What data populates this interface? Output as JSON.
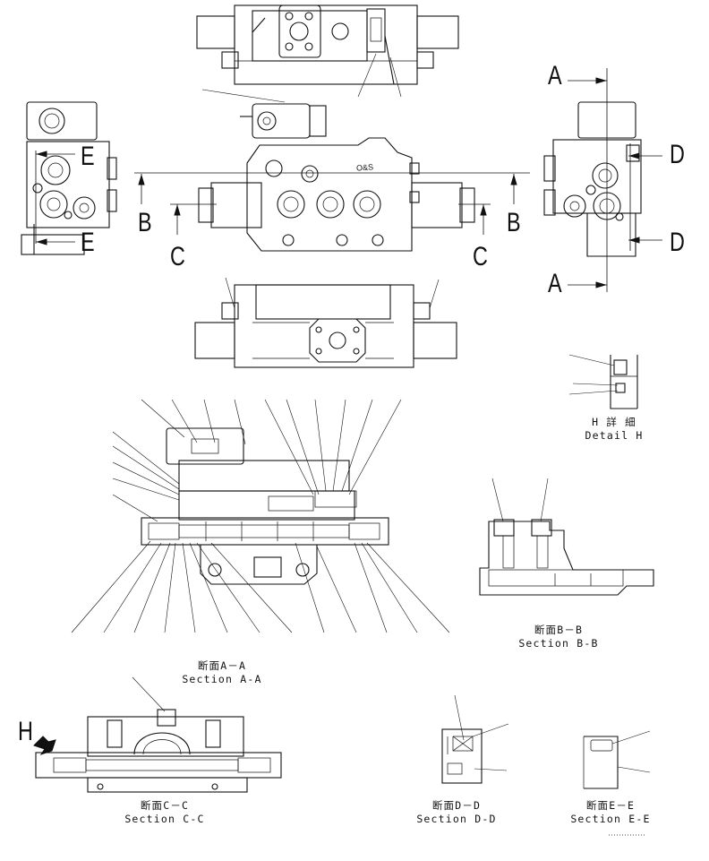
{
  "labels": {
    "a_top": "A",
    "a_bottom": "A",
    "b_left": "B",
    "b_right": "B",
    "c_left": "C",
    "c_right": "C",
    "d_top": "D",
    "d_bottom": "D",
    "e_top": "E",
    "e_bottom": "E",
    "h_marker": "H"
  },
  "captions": {
    "detail_h_jp": "H 詳 細",
    "detail_h_en": "Detail H",
    "section_aa_jp": "断面A－A",
    "section_aa_en": "Section A-A",
    "section_bb_jp": "断面B－B",
    "section_bb_en": "Section B-B",
    "section_cc_jp": "断面C－C",
    "section_cc_en": "Section C-C",
    "section_dd_jp": "断面D－D",
    "section_dd_en": "Section D-D",
    "section_ee_jp": "断面E－E",
    "section_ee_en": "Section E-E",
    "body_marking": "O&S"
  }
}
